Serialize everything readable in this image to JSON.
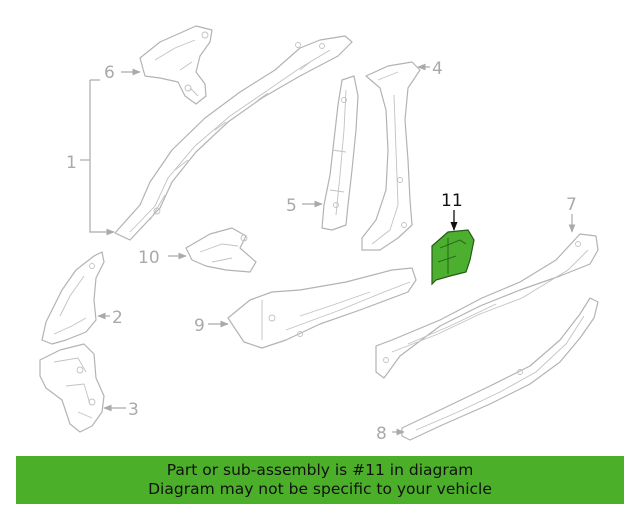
{
  "diagram": {
    "labels": {
      "p1": "1",
      "p2": "2",
      "p3": "3",
      "p4": "4",
      "p5": "5",
      "p6": "6",
      "p7": "7",
      "p8": "8",
      "p9": "9",
      "p10": "10",
      "p11": "11"
    },
    "highlight_part": "11",
    "highlight_color": "#4caf30"
  },
  "banner": {
    "line1": "Part or sub-assembly is #11 in diagram",
    "line2": "Diagram may not be specific to your vehicle",
    "bg_color": "#4caf2a"
  }
}
